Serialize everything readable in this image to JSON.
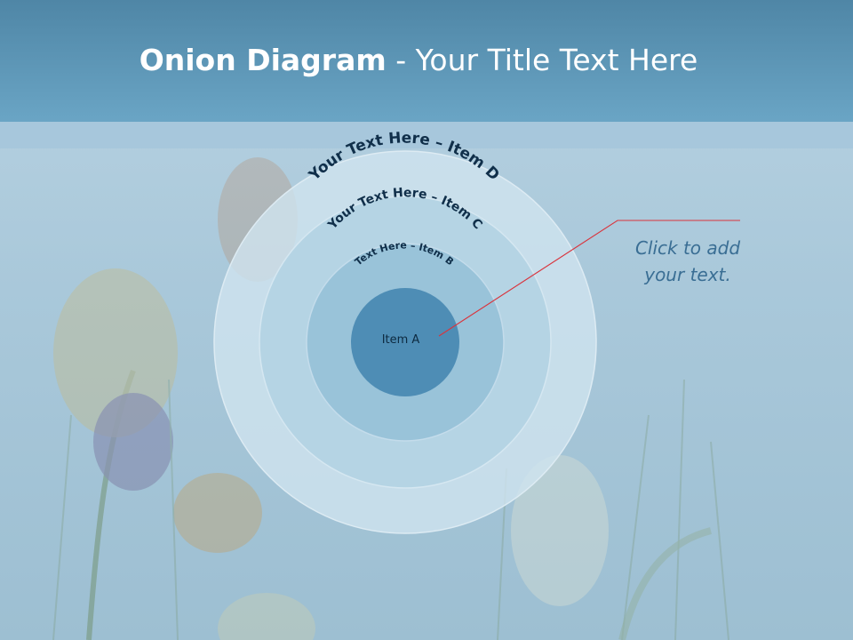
{
  "title": {
    "bold_part": "Onion Diagram",
    "rest": " - Your Title Text Here"
  },
  "diagram": {
    "layers": [
      {
        "label": "Your Text Here – Item D",
        "fill": "#cfe4ef"
      },
      {
        "label": "Your Text Here – Item C",
        "fill": "#b5d4e4"
      },
      {
        "label": "Text Here – Item B",
        "fill": "#99c3d9"
      },
      {
        "label": "Item A",
        "fill": "#4e8db5"
      }
    ],
    "callout_line_color": "#d9343d"
  },
  "note": {
    "line1": "Click  to add",
    "line2": "your text."
  }
}
